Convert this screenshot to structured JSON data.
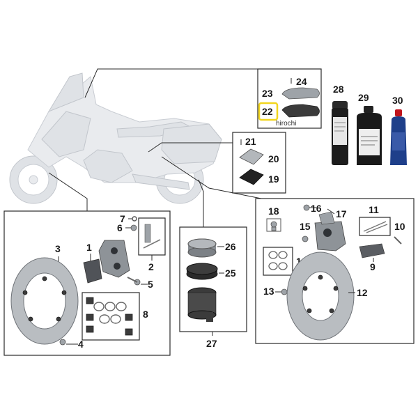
{
  "callouts": {
    "p1": "1",
    "p2": "2",
    "p3": "3",
    "p4": "4",
    "p5": "5",
    "p6": "6",
    "p7": "7",
    "p8": "8",
    "p9": "9",
    "p10": "10",
    "p11": "11",
    "p12": "12",
    "p13": "13",
    "p14": "14",
    "p15": "15",
    "p16": "16",
    "p17": "17",
    "p18": "18",
    "p19": "19",
    "p20": "20",
    "p21": "21",
    "p22": "22",
    "p23": "23",
    "p24": "24",
    "p25": "25",
    "p26": "26",
    "p27": "27",
    "p28": "28",
    "p29": "29",
    "p30": "30"
  },
  "watermark": "hirochi",
  "colors": {
    "highlight": "#f2d61e",
    "brake_fluid_cap": "#c0141c",
    "bottle_blue": "#1e3f8a",
    "dot_bottle_brown": "#3a2a1a"
  }
}
